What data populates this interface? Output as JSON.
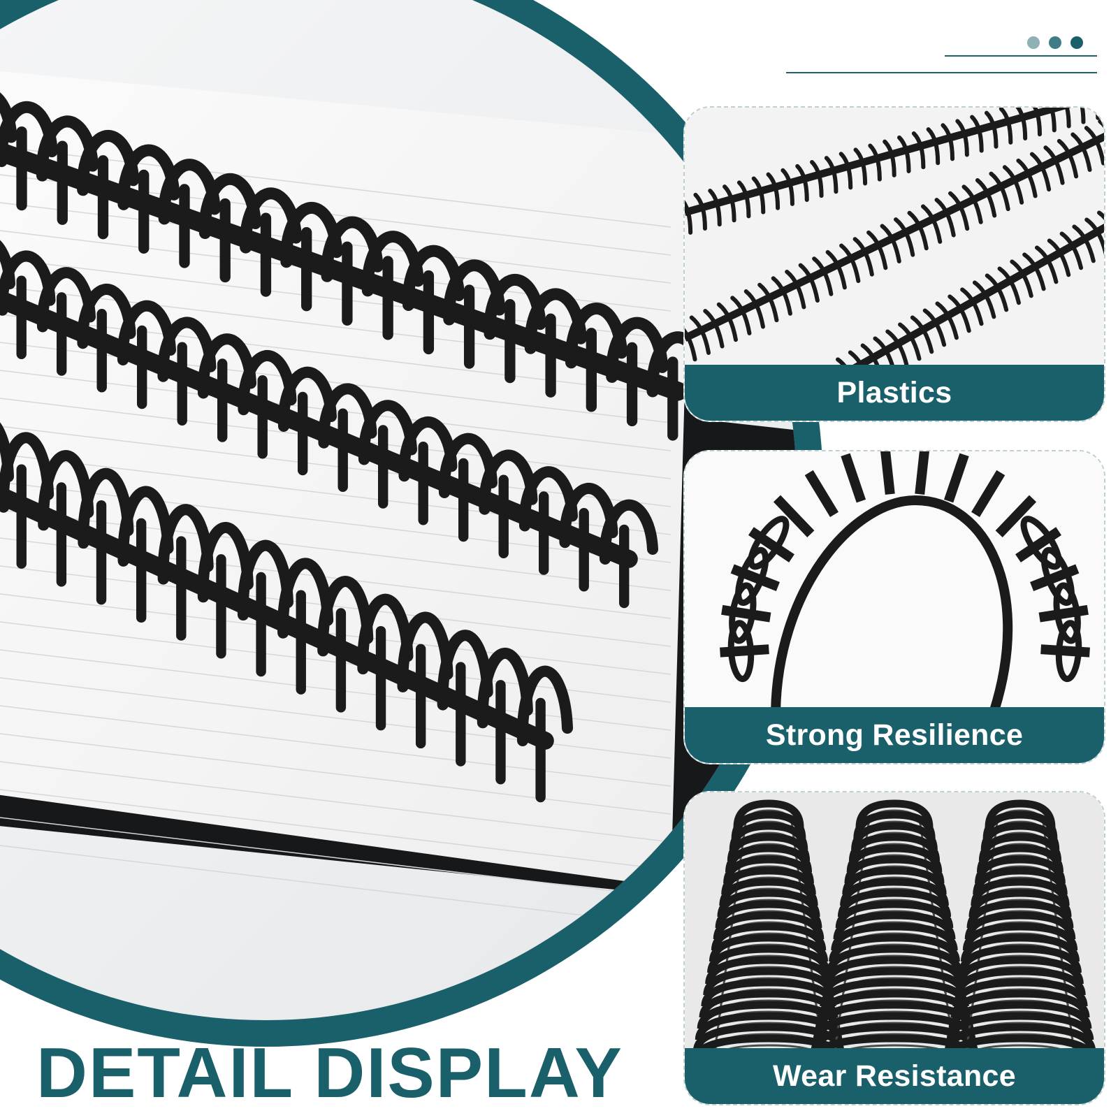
{
  "colors": {
    "teal": "#19606a",
    "dot_light": "#8fb0b4",
    "dot_mid": "#3f7d86",
    "dot_dark": "#19606a",
    "rule": "#19606a",
    "card_border": "#bfd0d1",
    "coil_black": "#1b1b1b"
  },
  "header": {
    "dots": [
      {
        "icon": "dot-light-icon"
      },
      {
        "icon": "dot-mid-icon"
      },
      {
        "icon": "dot-dark-icon"
      }
    ]
  },
  "hero": {
    "photo": "notebook-with-black-binding-spines"
  },
  "features": [
    {
      "label": "Plastics",
      "photo": "three-binding-spines-diagonal"
    },
    {
      "label": "Strong Resilience",
      "photo": "bent-binding-spine-arc"
    },
    {
      "label": "Wear Resistance",
      "photo": "binding-spines-closeup"
    }
  ],
  "headline": "DETAIL DISPLAY"
}
